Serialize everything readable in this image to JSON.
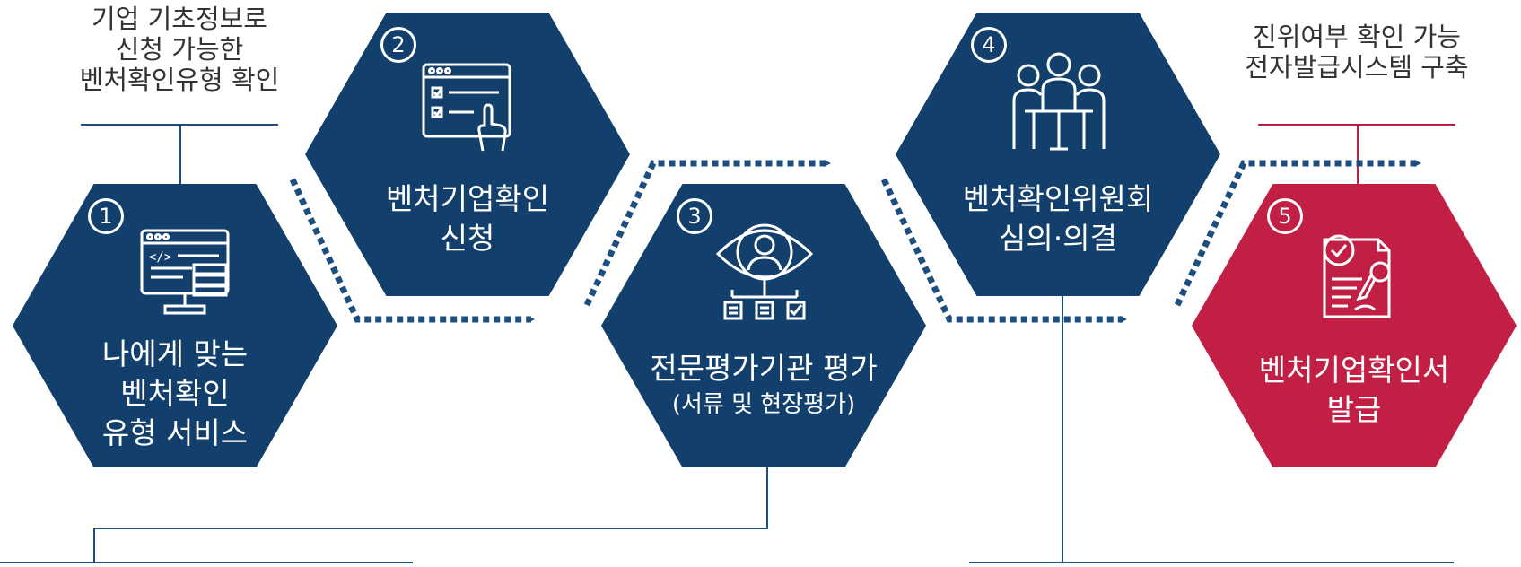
{
  "steps": [
    {
      "num": "1",
      "lines": [
        "나에게 맞는",
        "벤처확인",
        "유형 서비스"
      ],
      "icon": "code-monitor-icon"
    },
    {
      "num": "2",
      "lines": [
        "벤처기업확인",
        "신청"
      ],
      "icon": "checklist-form-icon"
    },
    {
      "num": "3",
      "lines": [
        "전문평가기관 평가"
      ],
      "sub": "(서류 및 현장평가)",
      "icon": "evaluator-icon"
    },
    {
      "num": "4",
      "lines": [
        "벤처확인위원회",
        "심의·의결"
      ],
      "icon": "committee-icon"
    },
    {
      "num": "5",
      "lines": [
        "벤처기업확인서",
        "발급"
      ],
      "icon": "certificate-icon"
    }
  ],
  "captions": {
    "left": [
      "기업 기초정보로",
      "신청 가능한",
      "벤처확인유형 확인"
    ],
    "right": [
      "진위여부 확인 가능",
      "전자발급시스템 구축"
    ]
  },
  "colors": {
    "navy": "#123f6b",
    "red": "#c21f45",
    "line": "#1d4e80"
  }
}
